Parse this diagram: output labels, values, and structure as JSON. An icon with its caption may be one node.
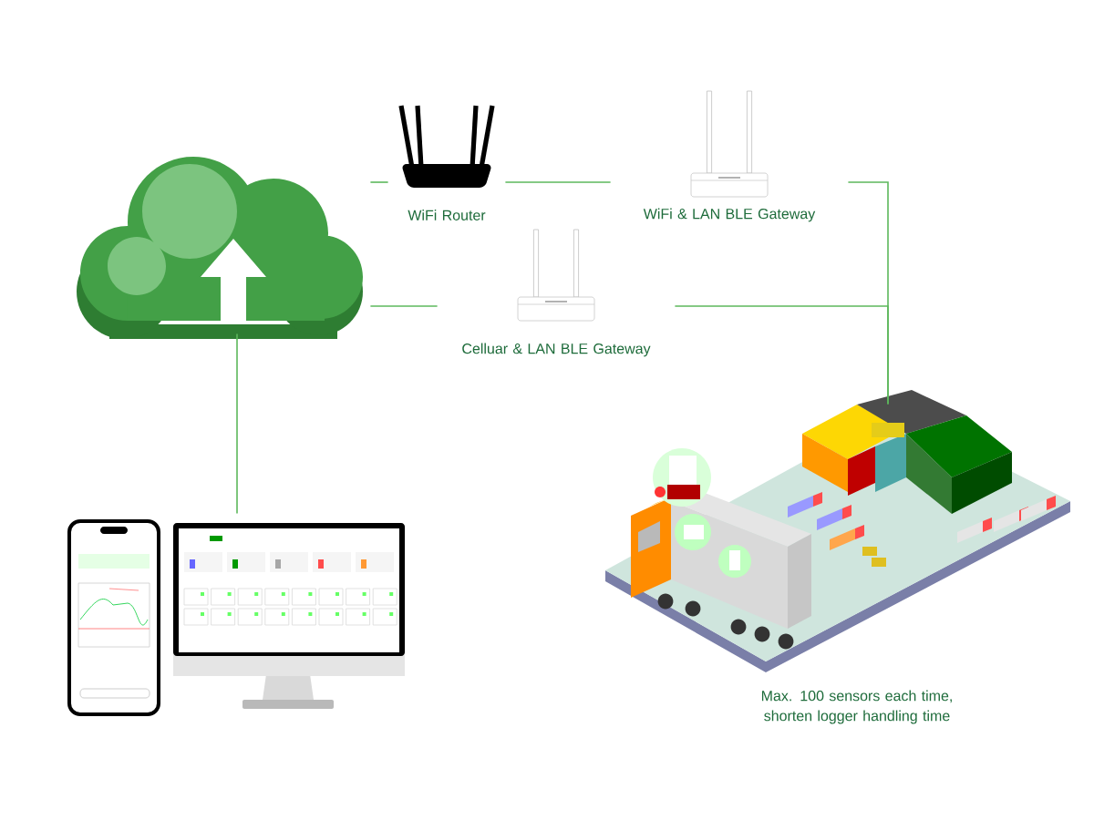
{
  "diagram": {
    "nodes": [
      {
        "text": [],
        "shape": "cloud"
      },
      {
        "text": [
          "WiFi Router"
        ]
      },
      {
        "text": [
          "WiFi & LAN BLE Gateway"
        ]
      },
      {
        "text": [
          "Celluar & LAN BLE Gateway"
        ]
      },
      {
        "text": [
          "Max. 100 sensors each time, shorten logger handling time"
        ]
      },
      {
        "text": [],
        "shape": "picture"
      }
    ],
    "edges": [
      {
        "from": 0,
        "to": 1,
        "arrow": "none"
      },
      {
        "from": 1,
        "to": 2,
        "arrow": "none"
      },
      {
        "from": 2,
        "to": 4,
        "arrow": "none"
      },
      {
        "from": 0,
        "to": 3,
        "arrow": "none"
      },
      {
        "from": 3,
        "to": 4,
        "arrow": "none"
      },
      {
        "from": 0,
        "to": 5,
        "arrow": "none"
      }
    ]
  }
}
